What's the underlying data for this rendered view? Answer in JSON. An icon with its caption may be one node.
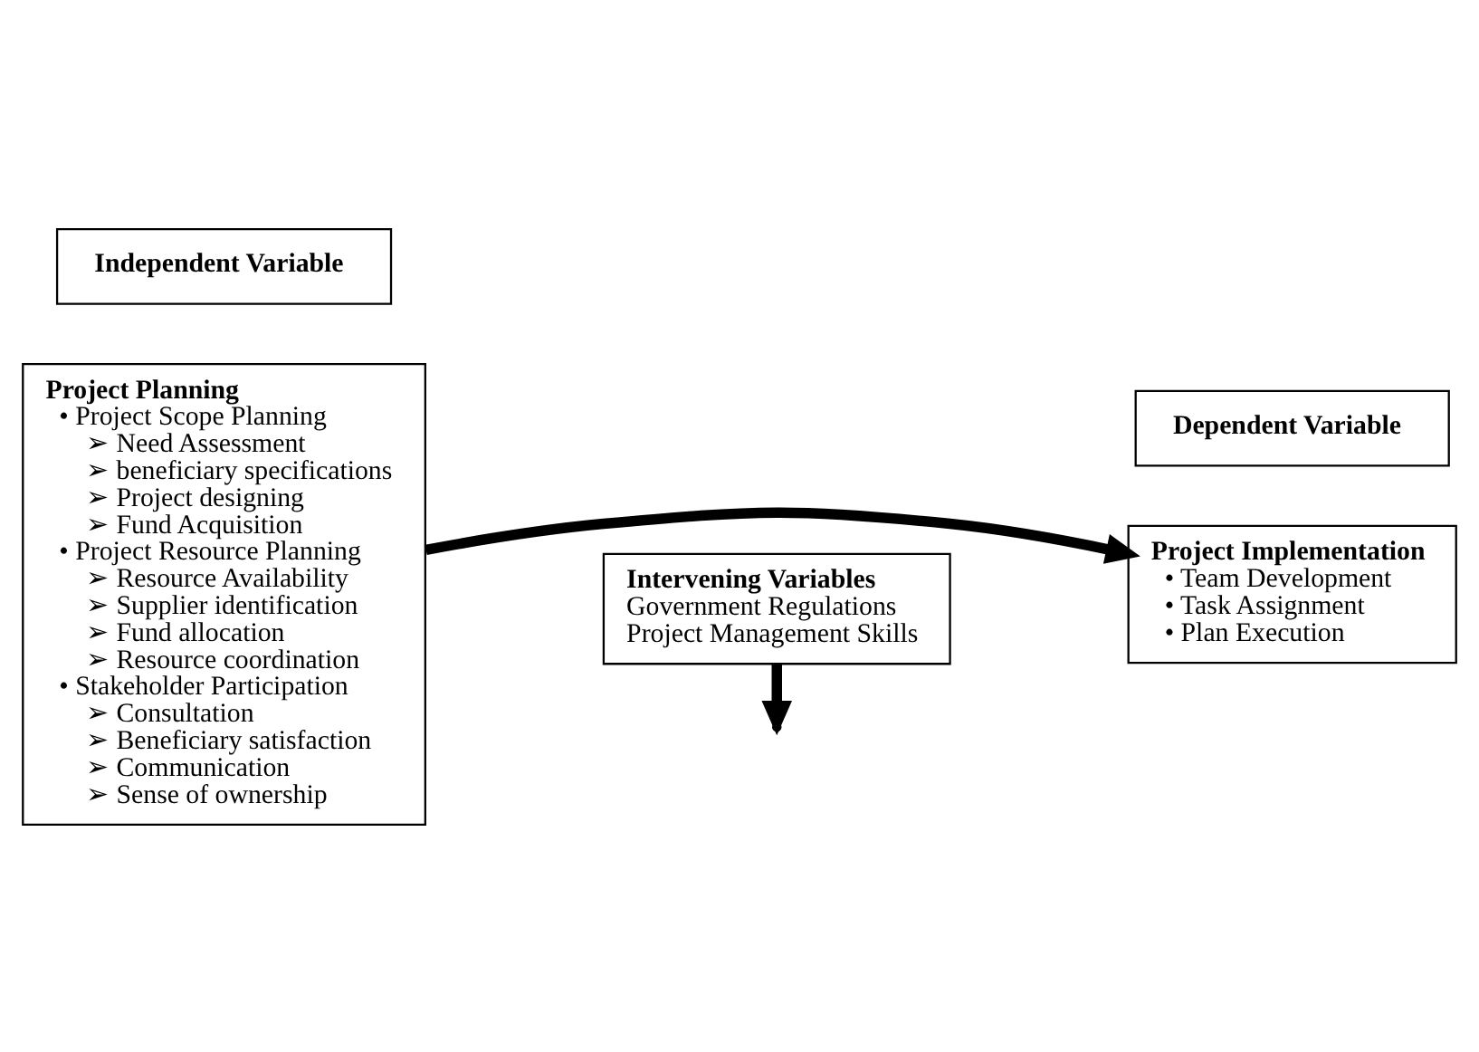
{
  "diagram": {
    "nodes": [
      {
        "text": [
          "Independent Variable"
        ]
      },
      {
        "text": [
          "Project Planning",
          "• Project Scope Planning",
          "➢ Need Assessment",
          "➢ beneficiary specifications",
          "➢ Project designing",
          "➢ Fund Acquisition",
          "• Project Resource Planning",
          "➢ Resource Availability",
          "➢ Supplier identification",
          "➢ Fund allocation",
          "➢ Resource coordination",
          "• Stakeholder Participation",
          "➢ Consultation",
          "➢ Beneficiary satisfaction",
          "➢ Communication",
          "➢ Sense of ownership"
        ]
      },
      {
        "text": [
          "Dependent Variable"
        ]
      },
      {
        "text": [
          "Project Implementation",
          "• Team Development",
          "• Task Assignment",
          "• Plan Execution"
        ]
      },
      {
        "text": [
          "Intervening Variables",
          "Government Regulations",
          "Project Management Skills"
        ]
      }
    ],
    "edges": [
      {
        "from": 1,
        "to": 3,
        "arrow": "to"
      },
      {
        "from": 4,
        "to": null,
        "arrow": "to"
      }
    ]
  }
}
